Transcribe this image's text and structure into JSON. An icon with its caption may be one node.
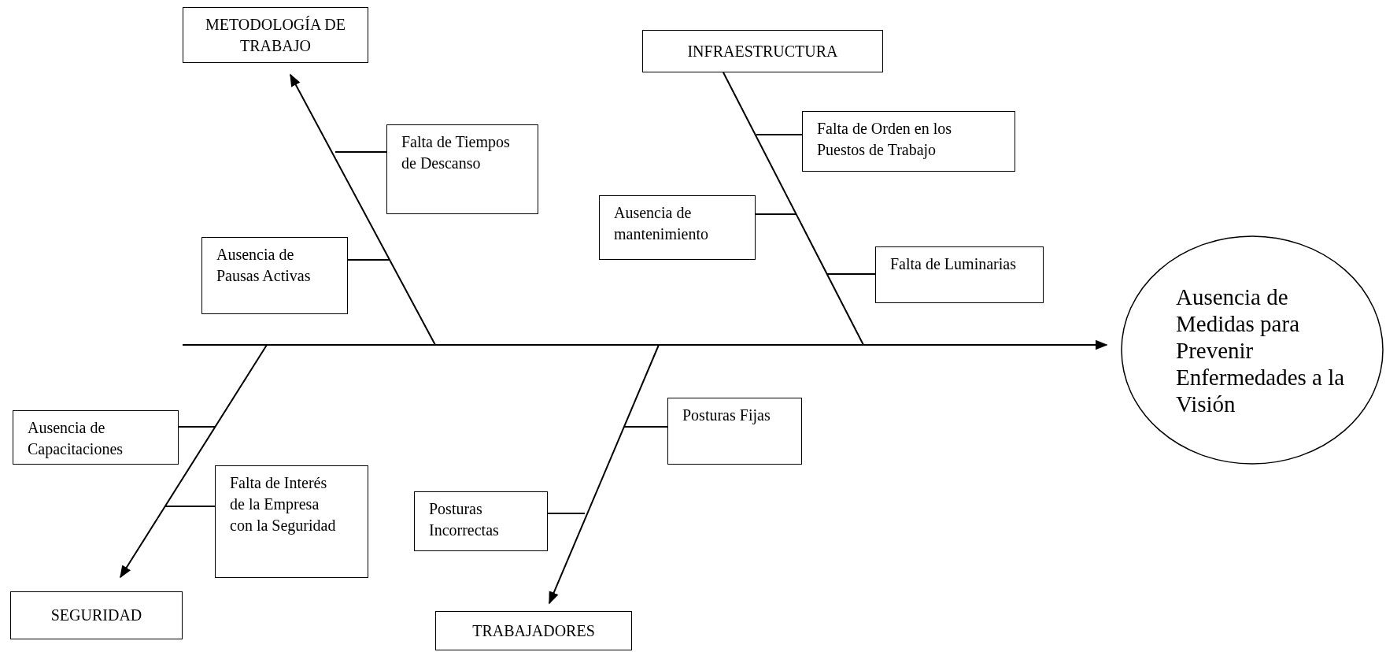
{
  "diagram": {
    "nodes": [
      {
        "text": [
          "METODOLOGÍA DE TRABAJO"
        ]
      },
      {
        "text": [
          "INFRAESTRUCTURA"
        ]
      },
      {
        "text": [
          "Falta de Tiempos de Descanso"
        ]
      },
      {
        "text": [
          "Falta de Orden en los Puestos de Trabajo"
        ]
      },
      {
        "text": [
          "Ausencia de mantenimiento"
        ]
      },
      {
        "text": [
          "Ausencia de Pausas Activas"
        ]
      },
      {
        "text": [
          "Falta de Luminarias"
        ]
      },
      {
        "text": [
          "Ausencia de Medidas para Prevenir Enfermedades a la Visión"
        ]
      },
      {
        "text": [
          "Ausencia de Capacitaciones"
        ]
      },
      {
        "text": [
          "Posturas Fijas"
        ]
      },
      {
        "text": [
          "Falta de Interés de la Empresa con la Seguridad"
        ]
      },
      {
        "text": [
          "Posturas Incorrectas"
        ]
      },
      {
        "text": [
          "SEGURIDAD"
        ]
      },
      {
        "text": [
          "TRABAJADORES"
        ]
      }
    ],
    "edges": [
      {
        "from": null,
        "to": 7,
        "arrow": "to"
      },
      {
        "from": null,
        "to": 0,
        "arrow": "to"
      },
      {
        "from": null,
        "to": 1,
        "arrow": "none"
      },
      {
        "from": null,
        "to": 12,
        "arrow": "to"
      },
      {
        "from": null,
        "to": 13,
        "arrow": "to"
      },
      {
        "from": 2,
        "to": null,
        "arrow": "none"
      },
      {
        "from": 5,
        "to": null,
        "arrow": "none"
      },
      {
        "from": 3,
        "to": null,
        "arrow": "none"
      },
      {
        "from": 4,
        "to": null,
        "arrow": "none"
      },
      {
        "from": 6,
        "to": null,
        "arrow": "none"
      },
      {
        "from": 8,
        "to": null,
        "arrow": "none"
      },
      {
        "from": 10,
        "to": null,
        "arrow": "none"
      },
      {
        "from": 9,
        "to": null,
        "arrow": "none"
      },
      {
        "from": 11,
        "to": null,
        "arrow": "none"
      }
    ]
  }
}
